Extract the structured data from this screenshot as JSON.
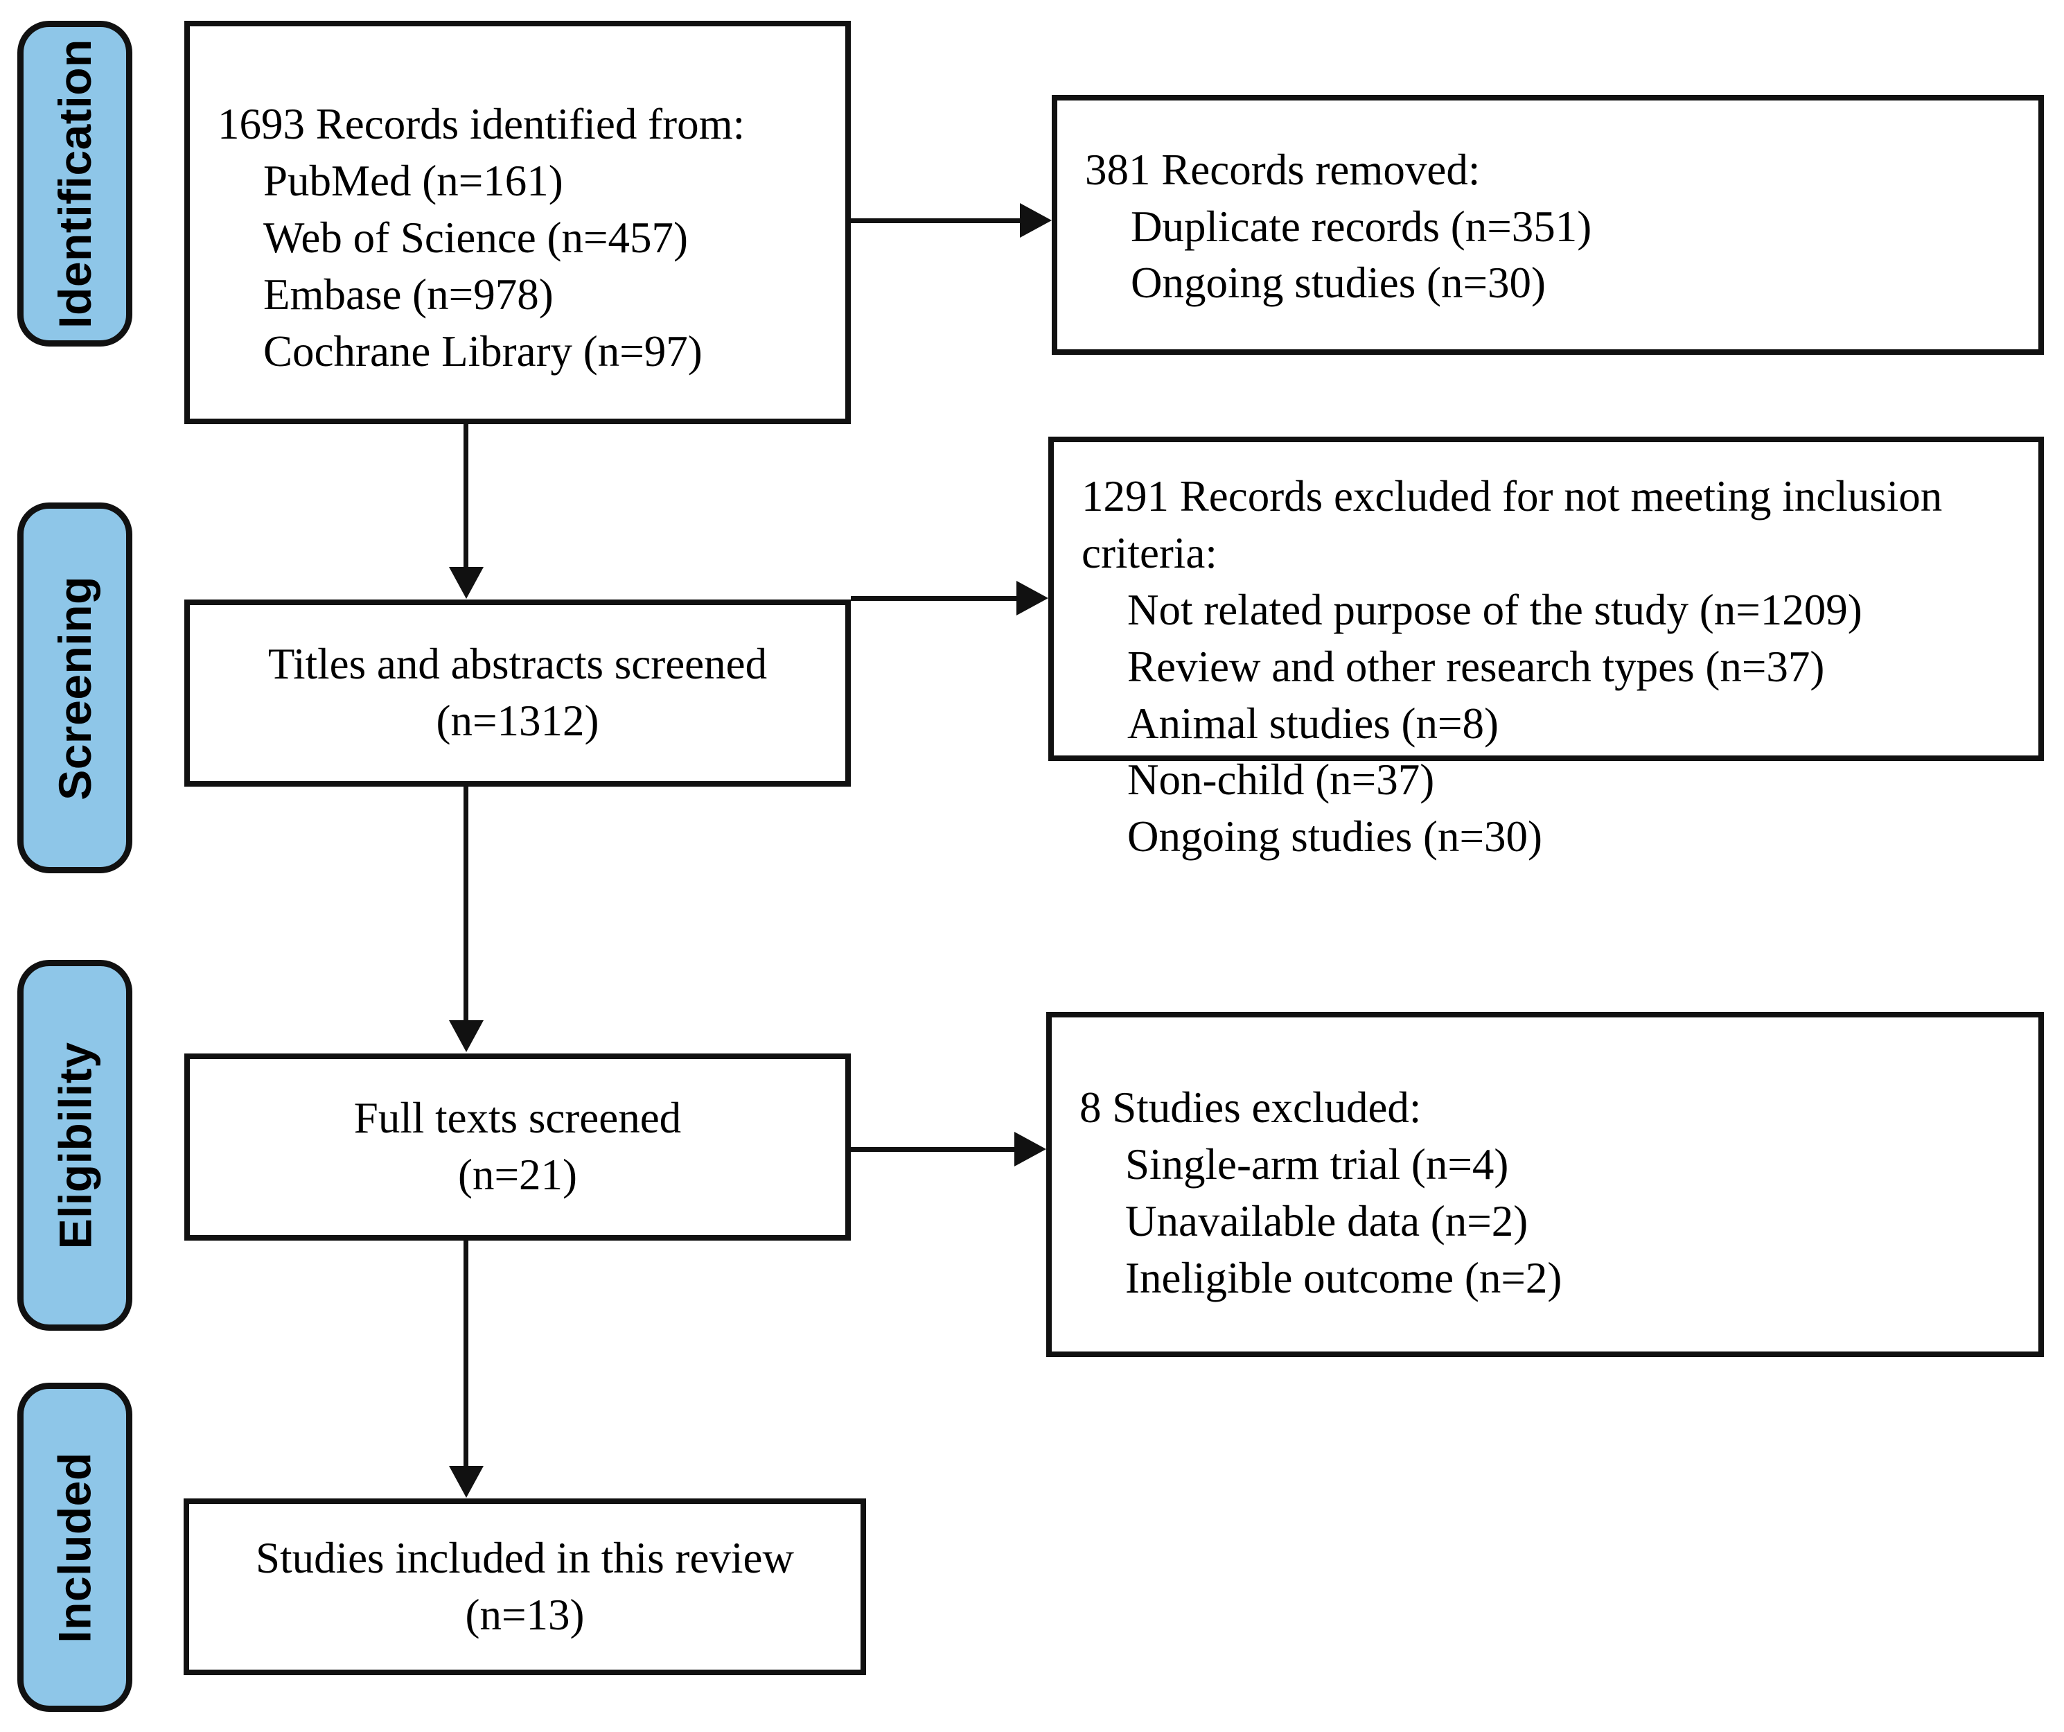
{
  "diagram": {
    "title": "PRISMA flow diagram",
    "accent_color": "#8EC6E8",
    "line_color": "#111111",
    "background_color": "#FFFFFF"
  },
  "stages": [
    {
      "id": "identification",
      "label": "Identification"
    },
    {
      "id": "screening",
      "label": "Screening"
    },
    {
      "id": "eligibility",
      "label": "Eligibility"
    },
    {
      "id": "included",
      "label": "Included"
    }
  ],
  "boxes": {
    "identification_sources": {
      "lines": [
        "1693 Records identified from:",
        "PubMed (n=161)",
        "Web of Science (n=457)",
        "Embase (n=978)",
        "Cochrane Library (n=97)"
      ]
    },
    "records_removed": {
      "lines": [
        "381 Records removed:",
        "Duplicate records (n=351)",
        "Ongoing studies (n=30)"
      ]
    },
    "titles_abstracts_screened": {
      "lines": [
        "Titles and abstracts screened",
        "(n=1312)"
      ]
    },
    "records_excluded": {
      "heading": "1291 Records excluded for not meeting inclusion criteria:",
      "lines": [
        "Not related purpose of the study (n=1209)",
        "Review and other research types (n=37)",
        "Animal studies (n=8)",
        "Non-child (n=37)",
        "",
        "Ongoing studies (n=30)"
      ]
    },
    "full_texts_screened": {
      "lines": [
        "Full texts screened",
        "(n=21)"
      ]
    },
    "studies_excluded": {
      "lines": [
        "8 Studies excluded:",
        "Single-arm trial (n=4)",
        "Unavailable data (n=2)",
        "Ineligible outcome (n=2)"
      ]
    },
    "studies_included": {
      "lines": [
        "Studies included in this review",
        "(n=13)"
      ]
    }
  },
  "counts": {
    "records_identified_total": 1693,
    "pubmed": 161,
    "web_of_science": 457,
    "embase": 978,
    "cochrane_library": 97,
    "records_removed_total": 381,
    "duplicate_records": 351,
    "ongoing_studies_removed": 30,
    "titles_abstracts_screened": 1312,
    "records_excluded_total": 1291,
    "not_related_purpose": 1209,
    "review_other_types": 37,
    "animal_studies": 8,
    "non_child": 37,
    "ongoing_studies_excluded": 30,
    "full_texts_screened": 21,
    "studies_excluded_total": 8,
    "single_arm_trial": 4,
    "unavailable_data": 2,
    "ineligible_outcome": 2,
    "studies_included": 13
  }
}
